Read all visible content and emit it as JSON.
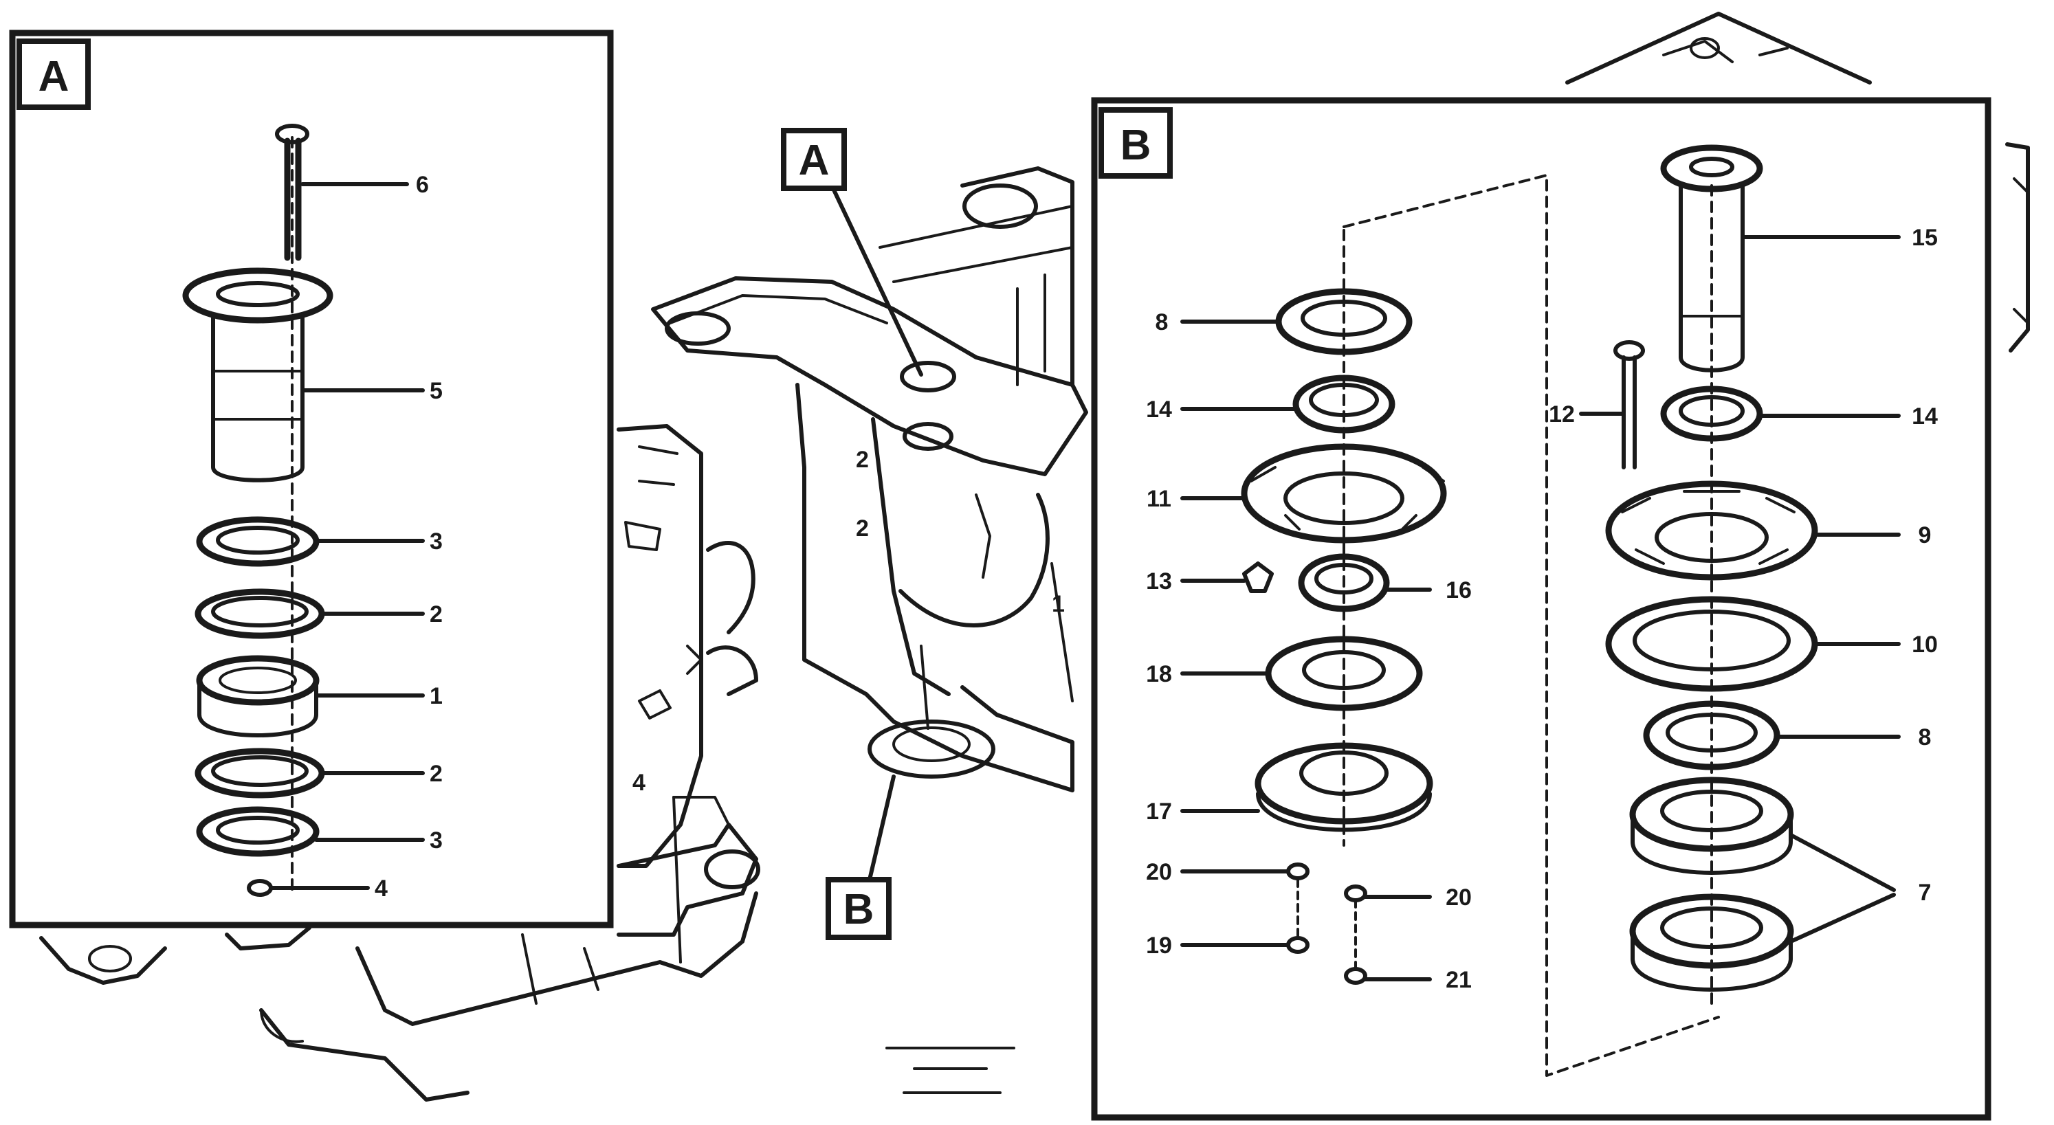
{
  "panel_a": {
    "title": "A",
    "callouts": [
      {
        "id": "a-pin",
        "label": "6"
      },
      {
        "id": "a-bushing",
        "label": "5"
      },
      {
        "id": "a-ring1",
        "label": "3"
      },
      {
        "id": "a-seal1",
        "label": "2"
      },
      {
        "id": "a-bearing",
        "label": "1"
      },
      {
        "id": "a-seal2",
        "label": "2"
      },
      {
        "id": "a-ring2",
        "label": "3"
      },
      {
        "id": "a-screw",
        "label": "4"
      }
    ]
  },
  "panel_b": {
    "title": "B",
    "left_callouts": [
      {
        "id": "b-cap",
        "label": "8"
      },
      {
        "id": "b-collar",
        "label": "14"
      },
      {
        "id": "b-flange",
        "label": "11"
      },
      {
        "id": "b-nipple",
        "label": "13"
      },
      {
        "id": "b-spacer",
        "label": "16"
      },
      {
        "id": "b-washer",
        "label": "18"
      },
      {
        "id": "b-hub",
        "label": "17"
      },
      {
        "id": "b-bolt-a",
        "label": "20"
      },
      {
        "id": "b-bolt-b",
        "label": "19"
      },
      {
        "id": "b-nut-a",
        "label": "20"
      },
      {
        "id": "b-nut-b",
        "label": "21"
      }
    ],
    "right_callouts": [
      {
        "id": "b-pin",
        "label": "15"
      },
      {
        "id": "b-bolt",
        "label": "12"
      },
      {
        "id": "b-sleeve",
        "label": "14"
      },
      {
        "id": "b-plate",
        "label": "9"
      },
      {
        "id": "b-seal",
        "label": "10"
      },
      {
        "id": "b-ring",
        "label": "8"
      },
      {
        "id": "b-bearings",
        "label": "7"
      }
    ]
  },
  "main_view": {
    "label_a": "A",
    "label_b": "B",
    "frame_marks": [
      "2",
      "2",
      "1",
      "4"
    ]
  },
  "catalog_ref": {
    "line1": "",
    "line2": "",
    "code": ""
  }
}
